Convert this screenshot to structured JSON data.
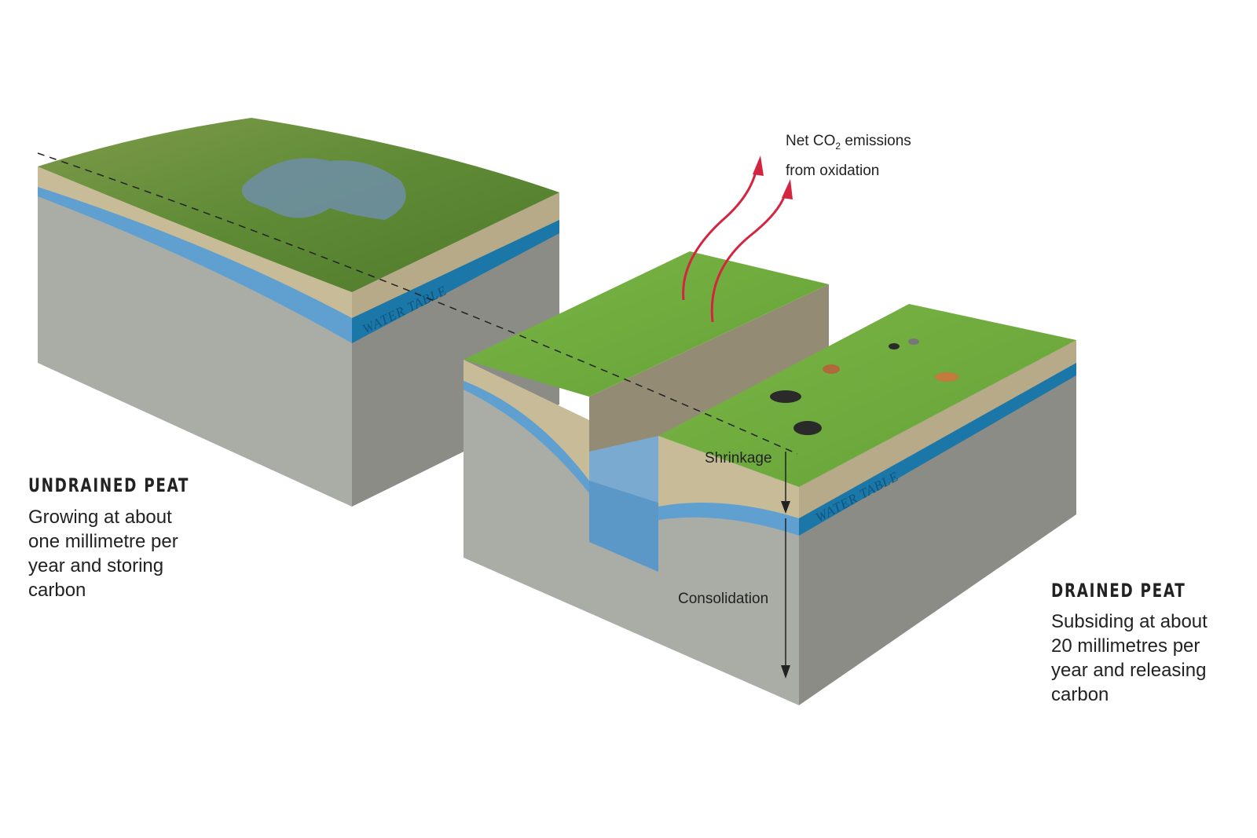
{
  "co2_label": {
    "line1_prefix": "Net CO",
    "subscript": "2",
    "line1_suffix": " emissions",
    "line2": "from oxidation"
  },
  "water_table_label": "WATER TABLE",
  "shrinkage_label": "Shrinkage",
  "consolidation_label": "Consolidation",
  "undrained": {
    "title": "UNDRAINED PEAT",
    "lines": [
      "Growing at about",
      "one millimetre per",
      "year and storing",
      "carbon"
    ]
  },
  "drained": {
    "title": "DRAINED PEAT",
    "lines": [
      "Subsiding at about",
      "20 millimetres per",
      "year and releasing",
      "carbon"
    ]
  },
  "colors": {
    "peat_front": "#a9ada5",
    "peat_side": "#8a8c85",
    "topsoil": "#c8bb98",
    "water": "#5fa0d0",
    "water_dark": "#1a77a8",
    "grass": "#6fae3f",
    "arrow": "#d42540"
  }
}
